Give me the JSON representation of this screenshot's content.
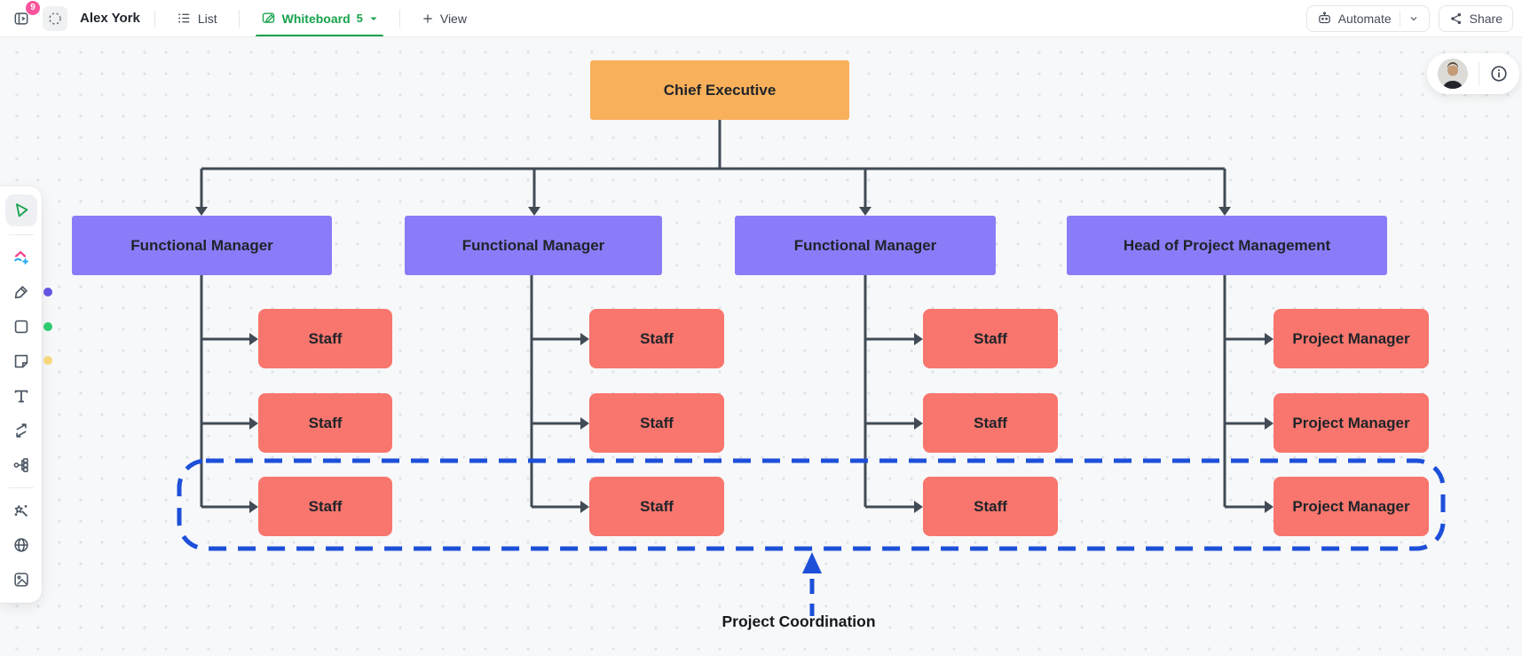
{
  "header": {
    "title": "Alex York",
    "notifications_badge": "9",
    "tabs": {
      "list": "List",
      "whiteboard": "Whiteboard",
      "whiteboard_count": "5"
    },
    "view_button": "View",
    "automate_button": "Automate",
    "share_button": "Share"
  },
  "toolbar": {
    "tools": [
      "select",
      "add-template",
      "marker",
      "shape",
      "sticky-note",
      "text",
      "connector",
      "mind-map",
      "ai-wand",
      "embed-web",
      "image"
    ],
    "selected_tool": "select"
  },
  "diagram": {
    "root": "Chief Executive",
    "managers": [
      "Functional Manager",
      "Functional Manager",
      "Functional Manager",
      "Head of Project Management"
    ],
    "columns": [
      [
        "Staff",
        "Staff",
        "Staff"
      ],
      [
        "Staff",
        "Staff",
        "Staff"
      ],
      [
        "Staff",
        "Staff",
        "Staff"
      ],
      [
        "Project Manager",
        "Project Manager",
        "Project Manager"
      ]
    ],
    "annotation": "Project Coordination"
  },
  "colors": {
    "accent_green": "#17a24b",
    "badge_pink": "#f9549c",
    "root": "#f9b05b",
    "manager": "#8a7cf8",
    "staff": "#f8766d",
    "annotation_blue": "#1d4fd9",
    "connector": "#414b56",
    "dot_purple": "#6354e3",
    "dot_green": "#2ecb71",
    "dot_yellow": "#f6d77e"
  }
}
